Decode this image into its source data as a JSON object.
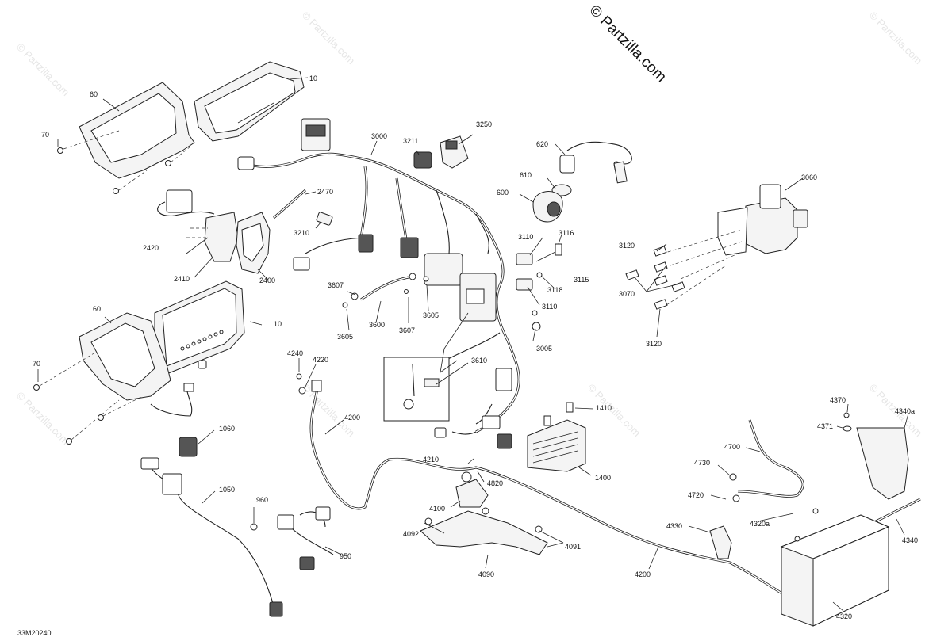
{
  "brand_watermark": "© Partzilla.com",
  "faint_watermark": "© Partzilla.com",
  "diagram_code": "33M20240",
  "callouts": [
    {
      "id": "10a",
      "text": "10"
    },
    {
      "id": "60a",
      "text": "60"
    },
    {
      "id": "70a",
      "text": "70"
    },
    {
      "id": "3000",
      "text": "3000"
    },
    {
      "id": "3211",
      "text": "3211"
    },
    {
      "id": "3250",
      "text": "3250"
    },
    {
      "id": "620",
      "text": "620"
    },
    {
      "id": "610",
      "text": "610"
    },
    {
      "id": "600",
      "text": "600"
    },
    {
      "id": "3060",
      "text": "3060"
    },
    {
      "id": "2470",
      "text": "2470"
    },
    {
      "id": "3210",
      "text": "3210"
    },
    {
      "id": "2420",
      "text": "2420"
    },
    {
      "id": "2410",
      "text": "2410"
    },
    {
      "id": "2400",
      "text": "2400"
    },
    {
      "id": "3110a",
      "text": "3110"
    },
    {
      "id": "3116",
      "text": "3116"
    },
    {
      "id": "3118",
      "text": "3118"
    },
    {
      "id": "3115",
      "text": "3115"
    },
    {
      "id": "3110b",
      "text": "3110"
    },
    {
      "id": "3120a",
      "text": "3120"
    },
    {
      "id": "3070",
      "text": "3070"
    },
    {
      "id": "3120b",
      "text": "3120"
    },
    {
      "id": "3607a",
      "text": "3607"
    },
    {
      "id": "3600",
      "text": "3600"
    },
    {
      "id": "3607b",
      "text": "3607"
    },
    {
      "id": "3605a",
      "text": "3605"
    },
    {
      "id": "3605b",
      "text": "3605"
    },
    {
      "id": "3005",
      "text": "3005"
    },
    {
      "id": "60b",
      "text": "60"
    },
    {
      "id": "10b",
      "text": "10"
    },
    {
      "id": "70b",
      "text": "70"
    },
    {
      "id": "4240",
      "text": "4240"
    },
    {
      "id": "4220",
      "text": "4220"
    },
    {
      "id": "3610",
      "text": "3610"
    },
    {
      "id": "4200a",
      "text": "4200"
    },
    {
      "id": "1410",
      "text": "1410"
    },
    {
      "id": "1060",
      "text": "1060"
    },
    {
      "id": "4210",
      "text": "4210"
    },
    {
      "id": "4820",
      "text": "4820"
    },
    {
      "id": "1400",
      "text": "1400"
    },
    {
      "id": "4370",
      "text": "4370"
    },
    {
      "id": "4340a",
      "text": "4340a"
    },
    {
      "id": "4371",
      "text": "4371"
    },
    {
      "id": "4700",
      "text": "4700"
    },
    {
      "id": "4730",
      "text": "4730"
    },
    {
      "id": "4720",
      "text": "4720"
    },
    {
      "id": "1050",
      "text": "1050"
    },
    {
      "id": "960",
      "text": "960"
    },
    {
      "id": "4100",
      "text": "4100"
    },
    {
      "id": "4092",
      "text": "4092"
    },
    {
      "id": "4091",
      "text": "4091"
    },
    {
      "id": "4090",
      "text": "4090"
    },
    {
      "id": "950",
      "text": "950"
    },
    {
      "id": "4330",
      "text": "4330"
    },
    {
      "id": "4320a",
      "text": "4320a"
    },
    {
      "id": "4200b",
      "text": "4200"
    },
    {
      "id": "4340",
      "text": "4340"
    },
    {
      "id": "4320",
      "text": "4320"
    }
  ]
}
